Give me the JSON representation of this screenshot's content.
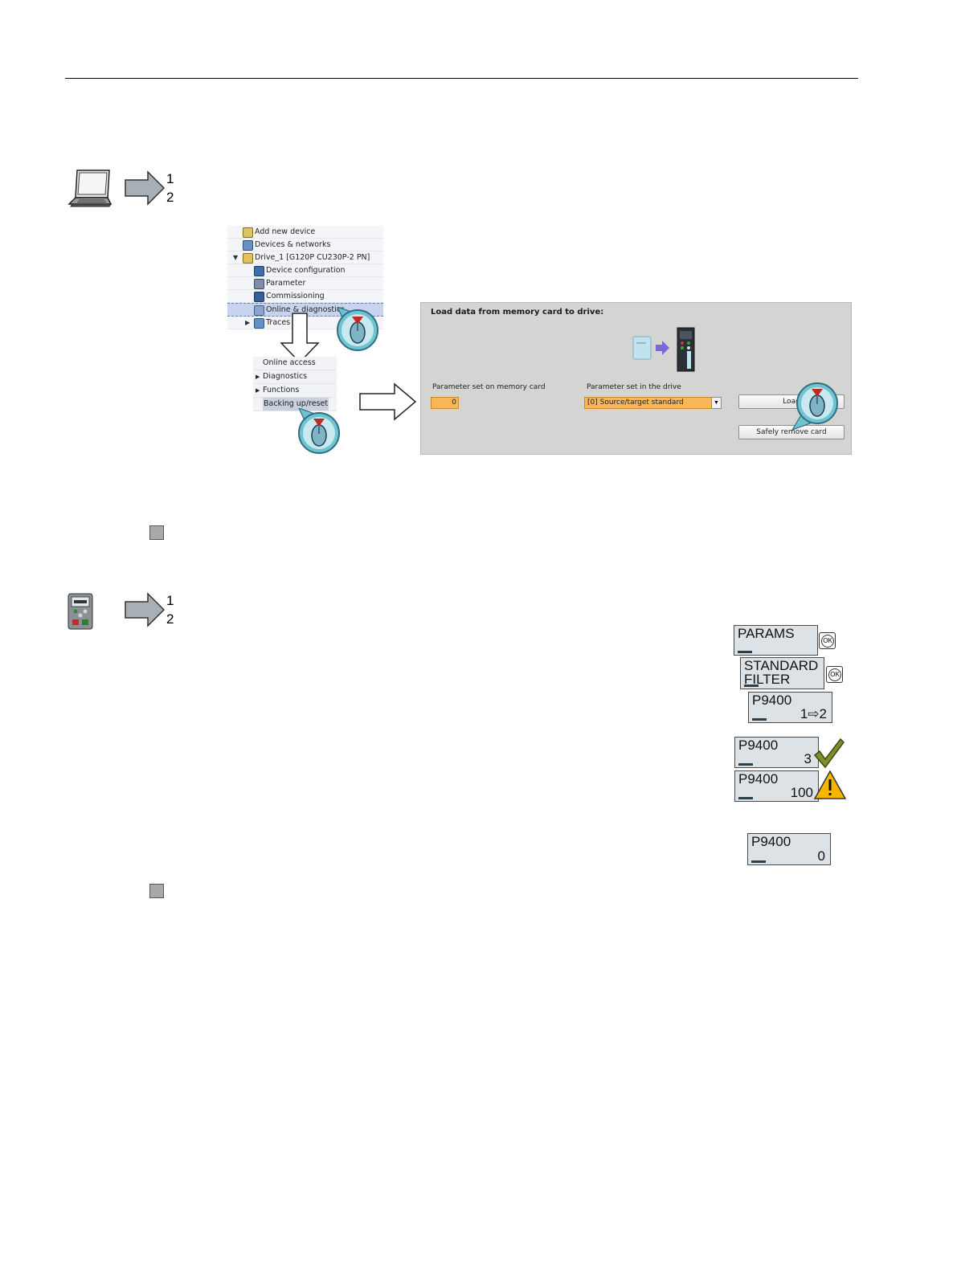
{
  "tia_tree": {
    "items": [
      {
        "label": "Add new device"
      },
      {
        "label": "Devices & networks"
      },
      {
        "label": "Drive_1 [G120P CU230P-2 PN]"
      },
      {
        "label": "Device configuration"
      },
      {
        "label": "Parameter"
      },
      {
        "label": "Commissioning"
      },
      {
        "label": "Online & diagnostics"
      },
      {
        "label": "Traces"
      }
    ]
  },
  "submenu": {
    "items": [
      {
        "label": "Online access"
      },
      {
        "label": "Diagnostics"
      },
      {
        "label": "Functions"
      },
      {
        "label": "Backing up/reset"
      }
    ]
  },
  "panel": {
    "title": "Load data from memory card to drive:",
    "param_set_card_label": "Parameter set on memory card",
    "param_set_card_value": "0",
    "param_set_drive_label": "Parameter set in the drive",
    "param_set_drive_value": "[0] Source/target standard",
    "load_button": "Load",
    "safely_remove_button": "Safely remove card"
  },
  "steps": {
    "pc_num1": "1",
    "pc_num2": "2",
    "bop_num1": "1",
    "bop_num2": "2"
  },
  "bop": {
    "d1": "PARAMS",
    "d2_line1": "STANDARD",
    "d2_line2": "FILTER",
    "d3_param": "P9400",
    "d3_value": "1⇨2",
    "d4_param": "P9400",
    "d4_value": "3",
    "d5_param": "P9400",
    "d5_value": "100",
    "d6_param": "P9400",
    "d6_value": "0",
    "ok_label": "OK"
  },
  "colors": {
    "field": "#f9b657",
    "panel": "#d4d4d2",
    "mouse": "#6fc3d3",
    "check": "#7b8f2c",
    "warning": "#f7b500"
  }
}
